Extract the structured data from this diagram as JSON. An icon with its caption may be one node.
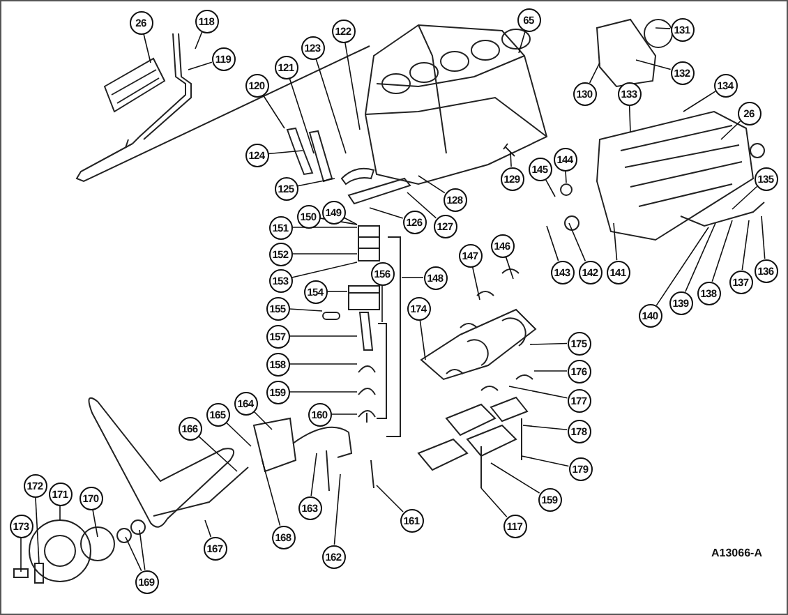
{
  "diagram": {
    "nodes": [
      {
        "text": [
          "26"
        ]
      },
      {
        "text": [
          "118"
        ]
      },
      {
        "text": [
          "119"
        ]
      },
      {
        "text": [
          "65"
        ]
      },
      {
        "text": [
          "131"
        ]
      },
      {
        "text": [
          "122"
        ]
      },
      {
        "text": [
          "123"
        ]
      },
      {
        "text": [
          "121"
        ]
      },
      {
        "text": [
          "132"
        ]
      },
      {
        "text": [
          "120"
        ]
      },
      {
        "text": [
          "134"
        ]
      },
      {
        "text": [
          "130"
        ]
      },
      {
        "text": [
          "133"
        ]
      },
      {
        "text": [
          "26"
        ]
      },
      {
        "text": [
          "124"
        ]
      },
      {
        "text": [
          "144"
        ]
      },
      {
        "text": [
          "145"
        ]
      },
      {
        "text": [
          "129"
        ]
      },
      {
        "text": [
          "135"
        ]
      },
      {
        "text": [
          "125"
        ]
      },
      {
        "text": [
          "128"
        ]
      },
      {
        "text": [
          "149"
        ]
      },
      {
        "text": [
          "150"
        ]
      },
      {
        "text": [
          "126"
        ]
      },
      {
        "text": [
          "127"
        ]
      },
      {
        "text": [
          "151"
        ]
      },
      {
        "text": [
          "146"
        ]
      },
      {
        "text": [
          "152"
        ]
      },
      {
        "text": [
          "147"
        ]
      },
      {
        "text": [
          "136"
        ]
      },
      {
        "text": [
          "143"
        ]
      },
      {
        "text": [
          "142"
        ]
      },
      {
        "text": [
          "141"
        ]
      },
      {
        "text": [
          "156"
        ]
      },
      {
        "text": [
          "148"
        ]
      },
      {
        "text": [
          "153"
        ]
      },
      {
        "text": [
          "137"
        ]
      },
      {
        "text": [
          "154"
        ]
      },
      {
        "text": [
          "138"
        ]
      },
      {
        "text": [
          "139"
        ]
      },
      {
        "text": [
          "155"
        ]
      },
      {
        "text": [
          "174"
        ]
      },
      {
        "text": [
          "140"
        ]
      },
      {
        "text": [
          "157"
        ]
      },
      {
        "text": [
          "175"
        ]
      },
      {
        "text": [
          "158"
        ]
      },
      {
        "text": [
          "176"
        ]
      },
      {
        "text": [
          "159"
        ]
      },
      {
        "text": [
          "177"
        ]
      },
      {
        "text": [
          "164"
        ]
      },
      {
        "text": [
          "160"
        ]
      },
      {
        "text": [
          "165"
        ]
      },
      {
        "text": [
          "166"
        ]
      },
      {
        "text": [
          "178"
        ]
      },
      {
        "text": [
          "179"
        ]
      },
      {
        "text": [
          "172"
        ]
      },
      {
        "text": [
          "171"
        ]
      },
      {
        "text": [
          "170"
        ]
      },
      {
        "text": [
          "159"
        ]
      },
      {
        "text": [
          "163"
        ]
      },
      {
        "text": [
          "161"
        ]
      },
      {
        "text": [
          "173"
        ]
      },
      {
        "text": [
          "117"
        ]
      },
      {
        "text": [
          "168"
        ]
      },
      {
        "text": [
          "167"
        ]
      },
      {
        "text": [
          "162"
        ]
      },
      {
        "text": [
          "169"
        ]
      },
      {
        "text": [],
        "shape": "picture"
      },
      {
        "text": [],
        "shape": "picture"
      },
      {
        "text": [],
        "shape": "bracket"
      },
      {
        "text": [],
        "shape": "bracket"
      },
      {
        "text": [],
        "shape": "picture"
      },
      {
        "text": [],
        "shape": "picture"
      },
      {
        "text": [],
        "shape": "picture"
      },
      {
        "text": [],
        "shape": "picture"
      },
      {
        "text": [],
        "shape": "picture"
      }
    ],
    "edges": [
      {
        "from": 0,
        "to": null,
        "arrow": "none"
      },
      {
        "from": 1,
        "to": null,
        "arrow": "none"
      },
      {
        "from": 2,
        "to": null,
        "arrow": "none"
      },
      {
        "from": 3,
        "to": null,
        "arrow": "none"
      },
      {
        "from": 4,
        "to": null,
        "arrow": "none"
      },
      {
        "from": 5,
        "to": null,
        "arrow": "none"
      },
      {
        "from": 6,
        "to": null,
        "arrow": "none"
      },
      {
        "from": 7,
        "to": null,
        "arrow": "none"
      },
      {
        "from": 8,
        "to": null,
        "arrow": "none"
      },
      {
        "from": 9,
        "to": null,
        "arrow": "none"
      },
      {
        "from": 10,
        "to": null,
        "arrow": "none"
      },
      {
        "from": 11,
        "to": null,
        "arrow": "none"
      },
      {
        "from": 12,
        "to": null,
        "arrow": "none"
      },
      {
        "from": 13,
        "to": null,
        "arrow": "none"
      },
      {
        "from": 14,
        "to": null,
        "arrow": "none"
      },
      {
        "from": 15,
        "to": null,
        "arrow": "none"
      },
      {
        "from": 16,
        "to": null,
        "arrow": "none"
      },
      {
        "from": 17,
        "to": null,
        "arrow": "none"
      },
      {
        "from": 18,
        "to": null,
        "arrow": "none"
      },
      {
        "from": 19,
        "to": null,
        "arrow": "none"
      },
      {
        "from": 20,
        "to": null,
        "arrow": "none"
      },
      {
        "from": 21,
        "to": 67,
        "arrow": "none"
      },
      {
        "from": 22,
        "to": 67,
        "arrow": "none"
      },
      {
        "from": 23,
        "to": null,
        "arrow": "none"
      },
      {
        "from": 24,
        "to": null,
        "arrow": "none"
      },
      {
        "from": 25,
        "to": 67,
        "arrow": "none"
      },
      {
        "from": 26,
        "to": null,
        "arrow": "none"
      },
      {
        "from": 27,
        "to": 67,
        "arrow": "none"
      },
      {
        "from": 28,
        "to": null,
        "arrow": "none"
      },
      {
        "from": 29,
        "to": null,
        "arrow": "none"
      },
      {
        "from": 30,
        "to": null,
        "arrow": "none"
      },
      {
        "from": 31,
        "to": null,
        "arrow": "none"
      },
      {
        "from": 32,
        "to": null,
        "arrow": "none"
      },
      {
        "from": 33,
        "to": 70,
        "arrow": "none"
      },
      {
        "from": 34,
        "to": 69,
        "arrow": "none"
      },
      {
        "from": 35,
        "to": 67,
        "arrow": "none"
      },
      {
        "from": 36,
        "to": null,
        "arrow": "none"
      },
      {
        "from": 37,
        "to": 68,
        "arrow": "none"
      },
      {
        "from": 38,
        "to": null,
        "arrow": "none"
      },
      {
        "from": 39,
        "to": null,
        "arrow": "none"
      },
      {
        "from": 40,
        "to": 71,
        "arrow": "none"
      },
      {
        "from": 41,
        "to": null,
        "arrow": "none"
      },
      {
        "from": 42,
        "to": null,
        "arrow": "none"
      },
      {
        "from": 43,
        "to": 72,
        "arrow": "none"
      },
      {
        "from": 44,
        "to": null,
        "arrow": "none"
      },
      {
        "from": 45,
        "to": 73,
        "arrow": "none"
      },
      {
        "from": 46,
        "to": null,
        "arrow": "none"
      },
      {
        "from": 47,
        "to": 74,
        "arrow": "none"
      },
      {
        "from": 48,
        "to": null,
        "arrow": "none"
      },
      {
        "from": 49,
        "to": null,
        "arrow": "none"
      },
      {
        "from": 50,
        "to": 75,
        "arrow": "none"
      },
      {
        "from": 51,
        "to": null,
        "arrow": "none"
      },
      {
        "from": 52,
        "to": null,
        "arrow": "none"
      },
      {
        "from": 53,
        "to": null,
        "arrow": "none"
      },
      {
        "from": 54,
        "to": null,
        "arrow": "none"
      },
      {
        "from": 55,
        "to": null,
        "arrow": "none"
      },
      {
        "from": 56,
        "to": null,
        "arrow": "none"
      },
      {
        "from": 57,
        "to": null,
        "arrow": "none"
      },
      {
        "from": 58,
        "to": null,
        "arrow": "none"
      },
      {
        "from": 59,
        "to": null,
        "arrow": "none"
      },
      {
        "from": 60,
        "to": null,
        "arrow": "none"
      },
      {
        "from": 61,
        "to": null,
        "arrow": "none"
      },
      {
        "from": 62,
        "to": null,
        "arrow": "none"
      },
      {
        "from": 63,
        "to": null,
        "arrow": "none"
      },
      {
        "from": 64,
        "to": null,
        "arrow": "none"
      },
      {
        "from": 65,
        "to": null,
        "arrow": "none"
      },
      {
        "from": 66,
        "to": null,
        "arrow": "none"
      },
      {
        "from": 66,
        "to": null,
        "arrow": "none"
      }
    ],
    "labels": [
      "A13066-A"
    ]
  }
}
